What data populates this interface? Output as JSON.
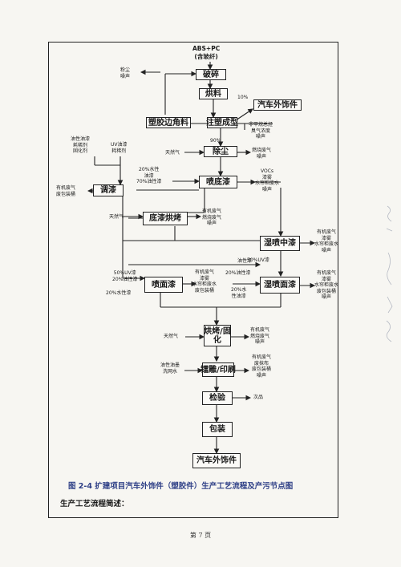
{
  "inputs": {
    "top_material": [
      "ABS+PC",
      "(含玻纤)"
    ],
    "coating_raw": [
      "油性油漆",
      "耗稀剂",
      "固化剂"
    ],
    "uv_raw": [
      "UV油漆",
      "耗稀剂"
    ]
  },
  "process": {
    "crush": "破碎",
    "bake": "烘料",
    "injection": "注塑成型",
    "scrap": "塑胶边角料",
    "car_parts_branch": "汽车外饰件",
    "dedust": "除尘",
    "mix": "调漆",
    "primer_spray": "喷底漆",
    "primer_bake": "底漆烘烤",
    "wet_mid": "湿喷中漆",
    "wet_top": "湿喷面漆",
    "top_spray": "喷面漆",
    "bake_cure": [
      "烘烤/固",
      "化"
    ],
    "carve_print": "镭雕/印刷",
    "inspect": "检验",
    "pack": "包装",
    "final": "汽车外饰件"
  },
  "labels": {
    "dust_noise": [
      "粉尘",
      "噪声"
    ],
    "pct_10": "10%",
    "pct_90": "90%",
    "inj_emission": [
      "非甲烷总烃",
      "臭气浓度",
      "噪声"
    ],
    "natural_gas": "天然气",
    "dedust_emission": [
      "燃烧废气",
      "噪声"
    ],
    "primer_in": [
      "20%水性",
      "油漆",
      "70%油性漆"
    ],
    "primer_emission": [
      "VOCs",
      "漆雾",
      "水帘柜废水",
      "噪声"
    ],
    "mix_waste": [
      "有机废气",
      "废包装桶"
    ],
    "natural_gas_2": "天然气",
    "primer_bake_emission": [
      "有机废气",
      "燃烧废气",
      "噪声"
    ],
    "oil_paint": "油性漆",
    "wet_mid_emission": [
      "有机废气",
      "漆雾",
      "水帘柜废水",
      "噪声"
    ],
    "uv50": "50%UV漆",
    "top_in": [
      "50%UV漆",
      "20%油性漆",
      "20%水性漆"
    ],
    "top_emission": [
      "有机废气",
      "漆雾",
      "水帘柜废水",
      "废包装桶"
    ],
    "right_mid_in": [
      "20%油性漆",
      "20%水",
      "性油漆"
    ],
    "wet_top_emission": [
      "有机废气",
      "漆雾",
      "水帘柜废水",
      "废包装桶",
      "噪声"
    ],
    "natural_gas_3": "天然气",
    "cure_emission": [
      "有机废气",
      "燃烧废气",
      "噪声"
    ],
    "print_in": [
      "油性油墨",
      "洗网水"
    ],
    "print_emission": [
      "有机废气",
      "废抹布",
      "废包装桶",
      "噪声"
    ],
    "reject": "次品"
  },
  "caption": "图 2-4    扩建项目汽车外饰件（塑胶件）生产工艺流程及产污节点图",
  "subcaption": "生产工艺流程简述：",
  "page_number": "第 7 页"
}
